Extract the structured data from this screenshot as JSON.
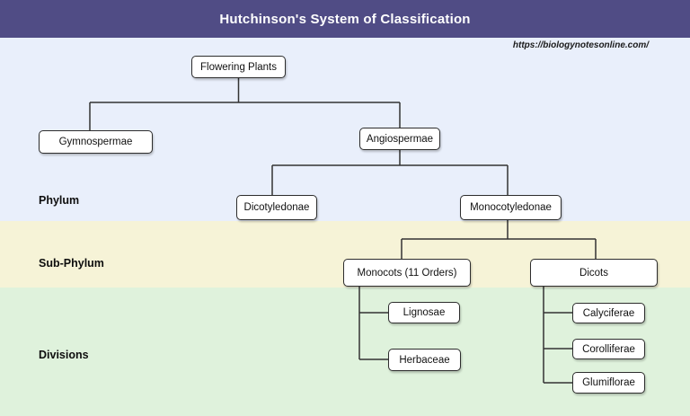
{
  "header": {
    "title": "Hutchinson's System of Classification"
  },
  "watermark": "https://biologynotesonline.com/",
  "rows": [
    {
      "label": "Phylum"
    },
    {
      "label": "Sub-Phylum"
    },
    {
      "label": "Divisions"
    }
  ],
  "nodes": [
    {
      "id": "flowering-plants",
      "label": "Flowering Plants",
      "parent": null
    },
    {
      "id": "gymnospermae",
      "label": "Gymnospermae",
      "parent": "flowering-plants"
    },
    {
      "id": "angiospermae",
      "label": "Angiospermae",
      "parent": "flowering-plants"
    },
    {
      "id": "dicotyledonae",
      "label": "Dicotyledonae",
      "parent": "angiospermae"
    },
    {
      "id": "monocotyledonae",
      "label": "Monocotyledonae",
      "parent": "angiospermae"
    },
    {
      "id": "monocots",
      "label": "Monocots (11 Orders)",
      "parent": "monocotyledonae"
    },
    {
      "id": "dicots",
      "label": "Dicots",
      "parent": "monocotyledonae"
    },
    {
      "id": "lignosae",
      "label": "Lignosae",
      "parent": "monocots"
    },
    {
      "id": "herbaceae",
      "label": "Herbaceae",
      "parent": "monocots"
    },
    {
      "id": "calyciferae",
      "label": "Calyciferae",
      "parent": "dicots"
    },
    {
      "id": "corolliferae",
      "label": "Corolliferae",
      "parent": "dicots"
    },
    {
      "id": "glumiflorae",
      "label": "Glumiflorae",
      "parent": "dicots"
    }
  ],
  "colors": {
    "header_bg": "#504c85",
    "band_phylum": "#e9effb",
    "band_subphylum": "#f6f3d7",
    "band_divisions": "#dff2dc",
    "box_border": "#2d2d2d",
    "connector_line": "#333333"
  }
}
